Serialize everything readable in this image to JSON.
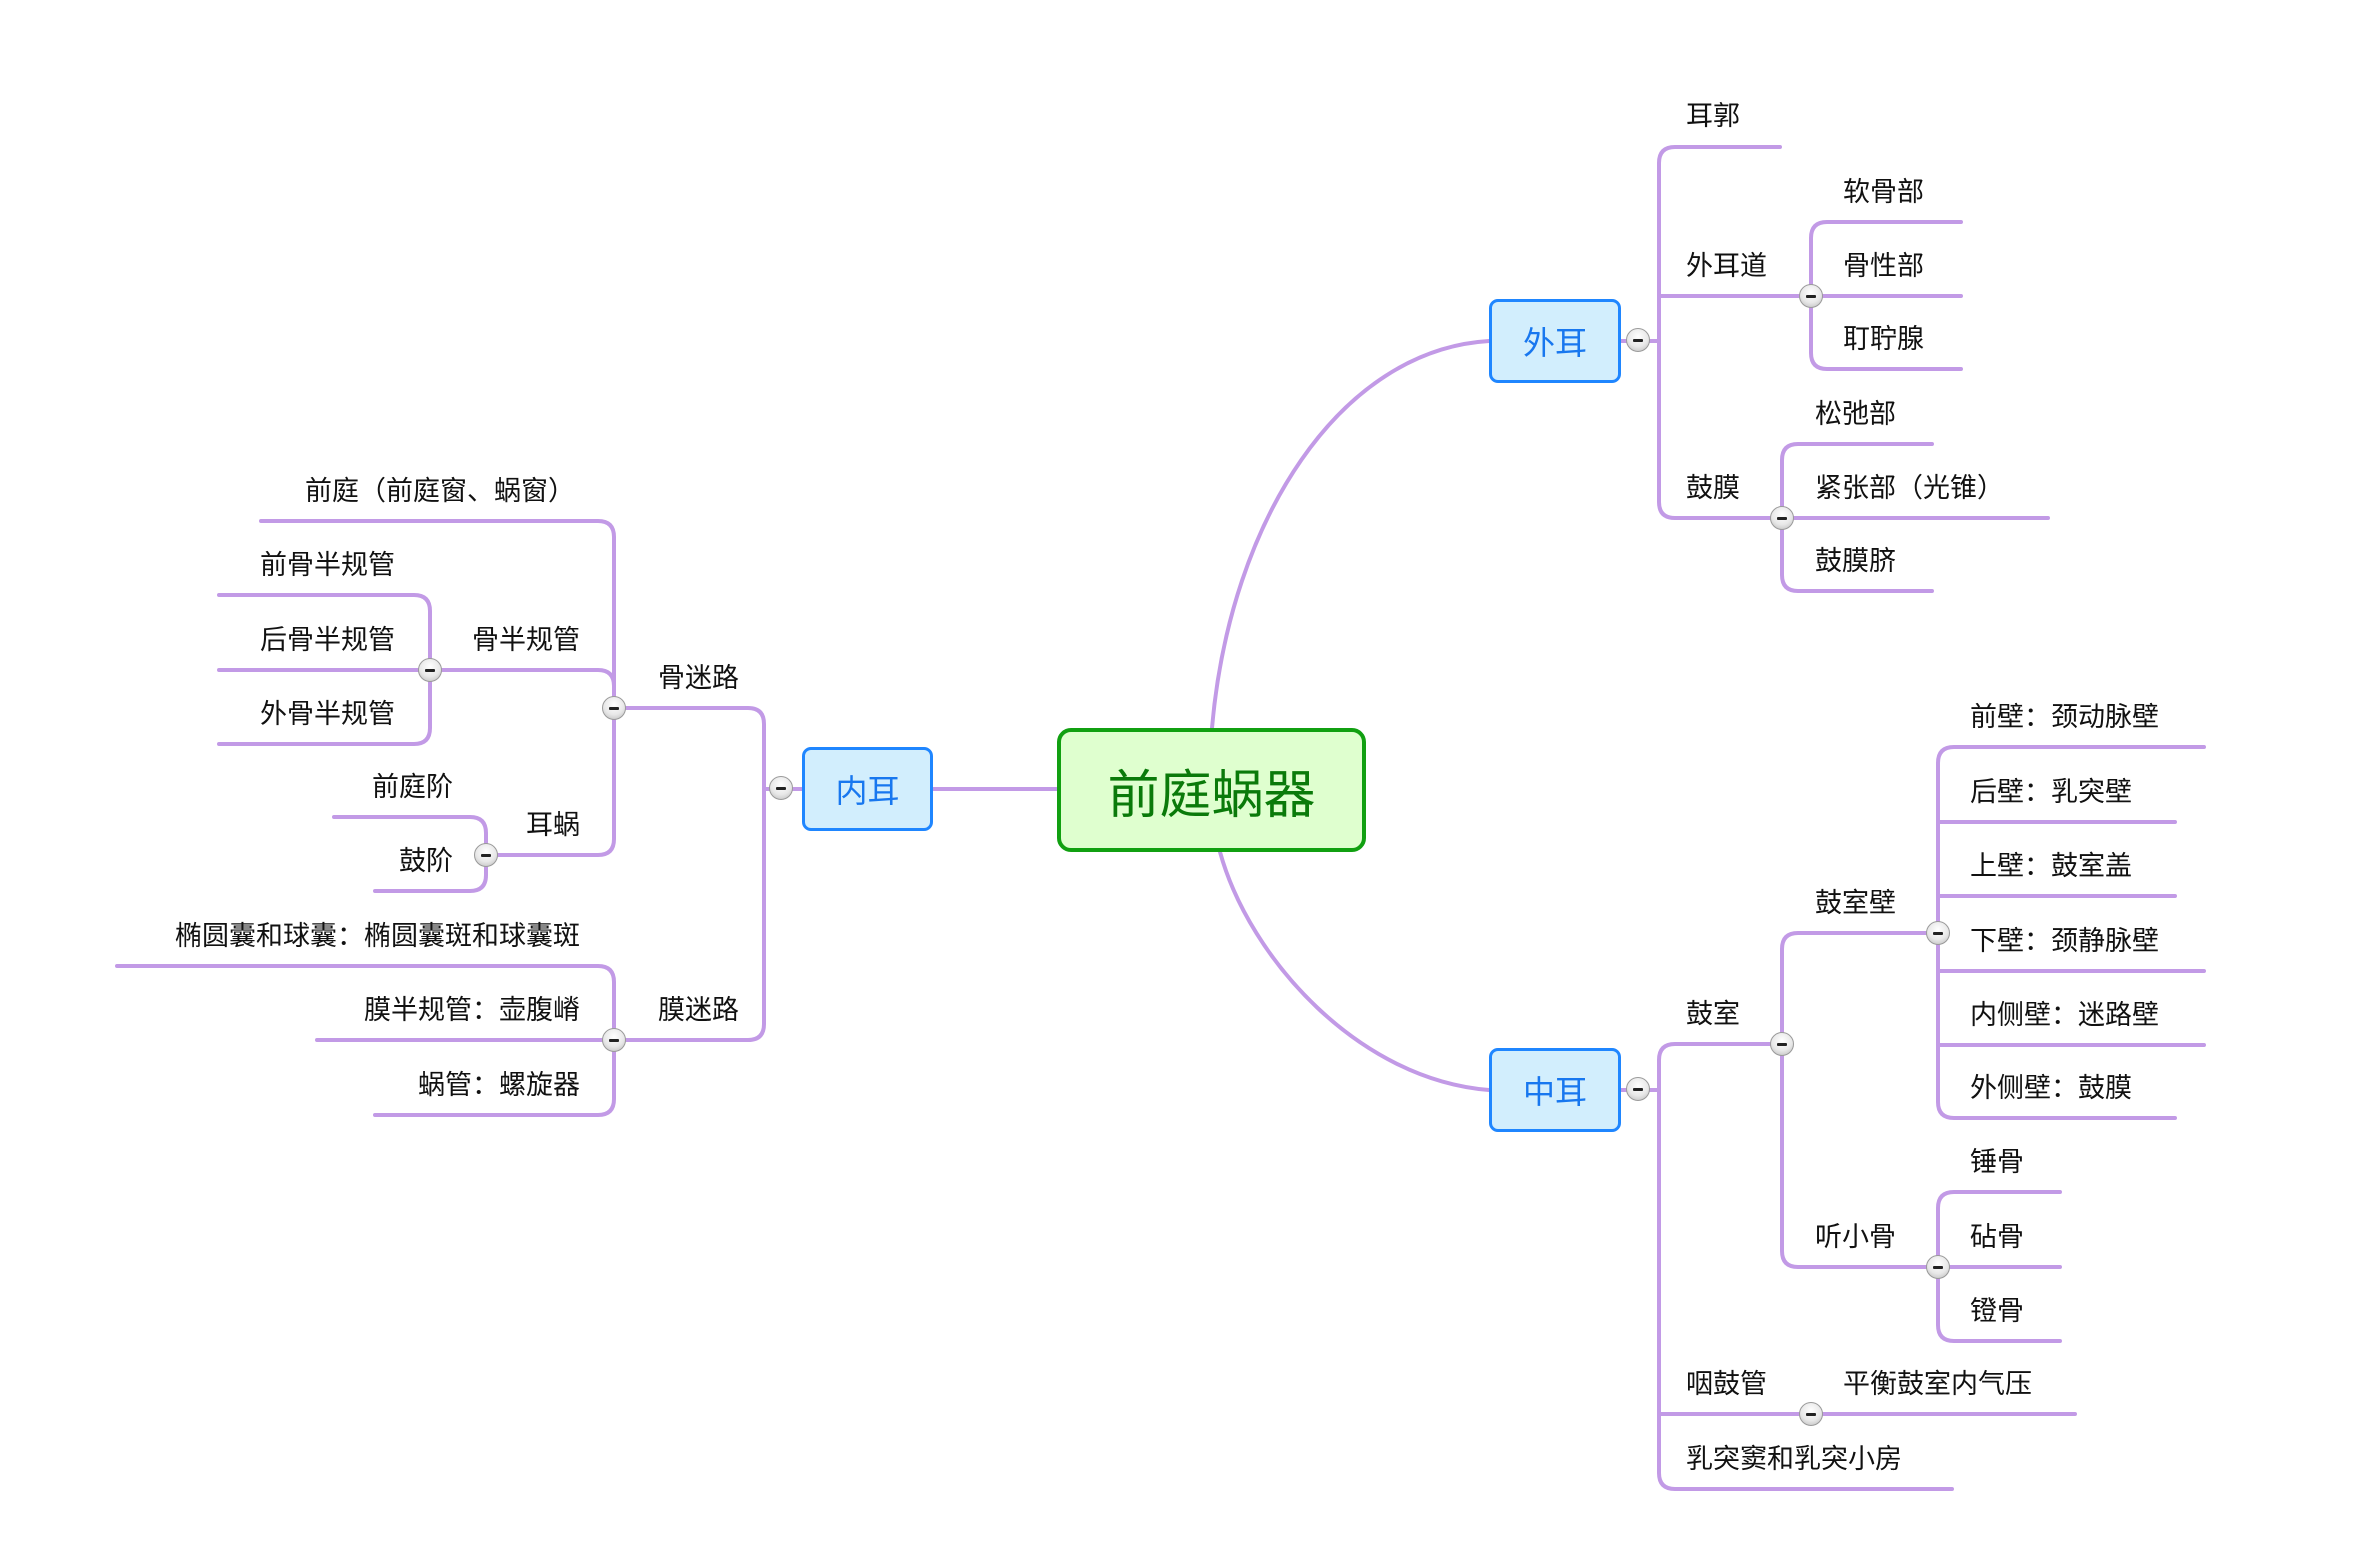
{
  "colors": {
    "edge": "#c29ae6",
    "central_border": "#11a011",
    "central_fill": "#dfffcf",
    "main_border": "#1f86ff",
    "main_fill": "#d2eefd",
    "main_text": "#1877ef"
  },
  "central": {
    "label": "前庭蜗器"
  },
  "outer_ear": {
    "label": "外耳",
    "children": [
      {
        "label": "耳郭"
      },
      {
        "label": "外耳道",
        "children": [
          {
            "label": "软骨部"
          },
          {
            "label": "骨性部"
          },
          {
            "label": "耵聍腺"
          }
        ]
      },
      {
        "label": "鼓膜",
        "children": [
          {
            "label": "松弛部"
          },
          {
            "label": "紧张部（光锥）"
          },
          {
            "label": "鼓膜脐"
          }
        ]
      }
    ]
  },
  "middle_ear": {
    "label": "中耳",
    "children": [
      {
        "label": "鼓室",
        "children": [
          {
            "label": "鼓室壁",
            "children": [
              {
                "label": "前壁：颈动脉壁"
              },
              {
                "label": "后壁：乳突壁"
              },
              {
                "label": "上壁：鼓室盖"
              },
              {
                "label": "下壁：颈静脉壁"
              },
              {
                "label": "内侧壁：迷路壁"
              },
              {
                "label": "外侧壁：鼓膜"
              }
            ]
          },
          {
            "label": "听小骨",
            "children": [
              {
                "label": "锤骨"
              },
              {
                "label": "砧骨"
              },
              {
                "label": "镫骨"
              }
            ]
          }
        ]
      },
      {
        "label": "咽鼓管",
        "children": [
          {
            "label": "平衡鼓室内气压"
          }
        ]
      },
      {
        "label": "乳突窦和乳突小房"
      }
    ]
  },
  "inner_ear": {
    "label": "内耳",
    "children": [
      {
        "label": "骨迷路",
        "children": [
          {
            "label": "前庭（前庭窗、蜗窗）"
          },
          {
            "label": "骨半规管",
            "children": [
              {
                "label": "前骨半规管"
              },
              {
                "label": "后骨半规管"
              },
              {
                "label": "外骨半规管"
              }
            ]
          },
          {
            "label": "耳蜗",
            "children": [
              {
                "label": "前庭阶"
              },
              {
                "label": "鼓阶"
              }
            ]
          }
        ]
      },
      {
        "label": "膜迷路",
        "children": [
          {
            "label": "椭圆囊和球囊：椭圆囊斑和球囊斑"
          },
          {
            "label": "膜半规管：壶腹嵴"
          },
          {
            "label": "蜗管：螺旋器"
          }
        ]
      }
    ]
  }
}
